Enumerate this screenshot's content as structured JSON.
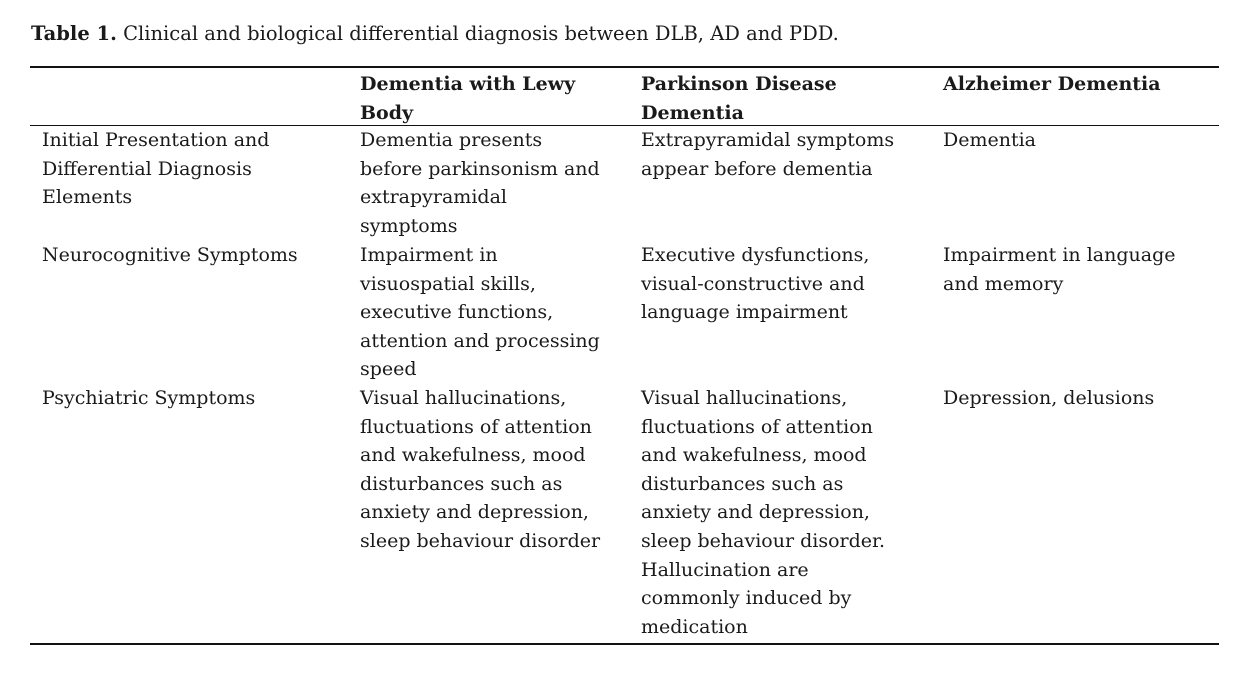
{
  "caption": {
    "label": "Table 1.",
    "text": "Clinical and biological differential diagnosis between DLB, AD and PDD."
  },
  "header": [
    "",
    "Dementia with Lewy\nBody",
    "Parkinson Disease\nDementia",
    "Alzheimer Dementia"
  ],
  "rows": [
    [
      "Initial Presentation and\nDifferential Diagnosis\nElements",
      "Dementia presents\nbefore parkinsonism and\nextrapyramidal\nsymptoms",
      "Extrapyramidal symptoms\nappear before dementia",
      "Dementia"
    ],
    [
      "Neurocognitive Symptoms",
      "Impairment in\nvisuospatial skills,\nexecutive functions,\nattention and processing\nspeed",
      "Executive dysfunctions,\nvisual-constructive and\nlanguage impairment",
      "Impairment in language\nand memory"
    ],
    [
      "Psychiatric Symptoms",
      "Visual hallucinations,\nfluctuations of attention\nand wakefulness, mood\ndisturbances such as\nanxiety and depression,\nsleep behaviour disorder",
      "Visual hallucinations,\nfluctuations of attention\nand wakefulness, mood\ndisturbances such as\nanxiety and depression,\nsleep behaviour disorder.\nHallucination are\ncommonly induced by\nmedication",
      "Depression, delusions"
    ]
  ]
}
